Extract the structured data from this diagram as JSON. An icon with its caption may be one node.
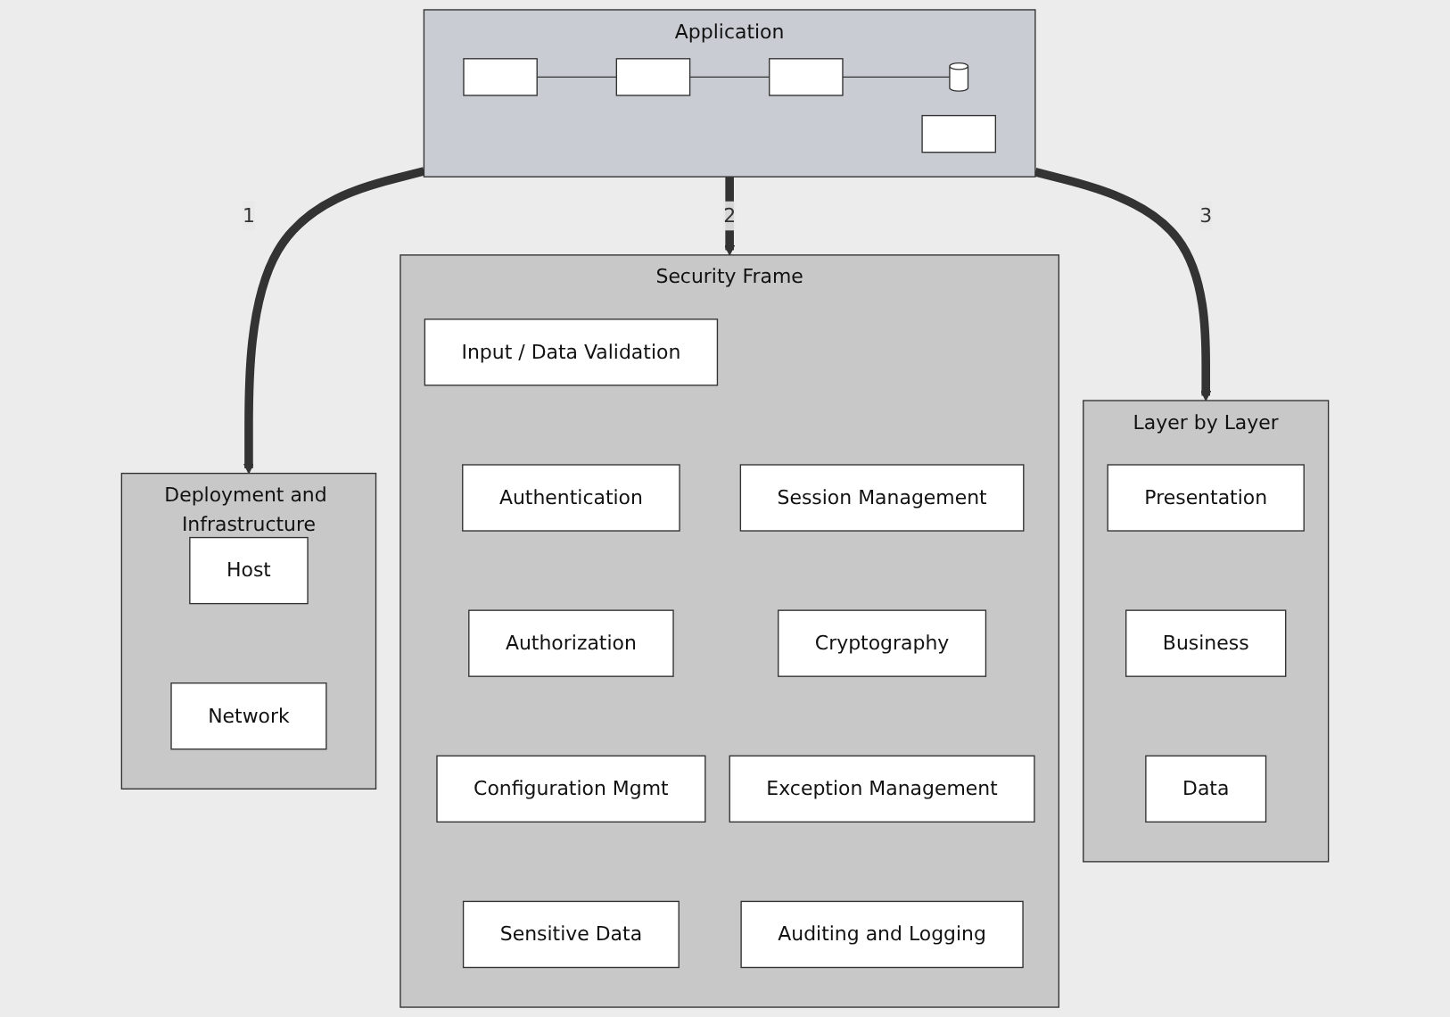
{
  "diagram": {
    "nodes": [
      {
        "text": [
          "Application"
        ]
      },
      {
        "text": [],
        "shape": "bar",
        "in": 0
      },
      {
        "text": [],
        "shape": "box",
        "in": 0
      },
      {
        "text": [],
        "shape": "box",
        "in": 0
      },
      {
        "text": [],
        "shape": "cylinder",
        "in": 0
      },
      {
        "text": [],
        "shape": "bar",
        "in": 0
      },
      {
        "text": [
          "Deployment and Infrastructure"
        ]
      },
      {
        "text": [
          "Host"
        ],
        "in": 6
      },
      {
        "text": [
          "Network"
        ],
        "in": 6
      },
      {
        "text": [
          "Security Frame"
        ]
      },
      {
        "text": [
          "Input / Data Validation"
        ],
        "in": 9
      },
      {
        "text": [
          "Session Management"
        ],
        "in": 9
      },
      {
        "text": [
          "Authentication"
        ],
        "in": 9
      },
      {
        "text": [
          "Cryptography"
        ],
        "in": 9
      },
      {
        "text": [
          "Authorization"
        ],
        "in": 9
      },
      {
        "text": [
          "Exception Management"
        ],
        "in": 9
      },
      {
        "text": [
          "Configuration Mgmt"
        ],
        "in": 9
      },
      {
        "text": [
          "Auditing and Logging"
        ],
        "in": 9
      },
      {
        "text": [
          "Sensitive Data"
        ],
        "in": 9
      },
      {
        "text": [
          "Layer by Layer"
        ]
      },
      {
        "text": [
          "Presentation"
        ],
        "in": 19
      },
      {
        "text": [
          "Business"
        ],
        "in": 19
      },
      {
        "text": [
          "Data"
        ],
        "in": 19
      }
    ],
    "edges": [
      {
        "from": 1,
        "to": 2,
        "arrow": "none"
      },
      {
        "from": 2,
        "to": 3,
        "arrow": "none"
      },
      {
        "from": 3,
        "to": 4,
        "arrow": "none"
      },
      {
        "from": 0,
        "to": 6,
        "arrow": "to",
        "label": "1",
        "style": "thick"
      },
      {
        "from": 0,
        "to": 9,
        "arrow": "to",
        "label": "2",
        "style": "thick"
      },
      {
        "from": 0,
        "to": 19,
        "arrow": "to",
        "label": "3",
        "style": "thick"
      }
    ]
  }
}
